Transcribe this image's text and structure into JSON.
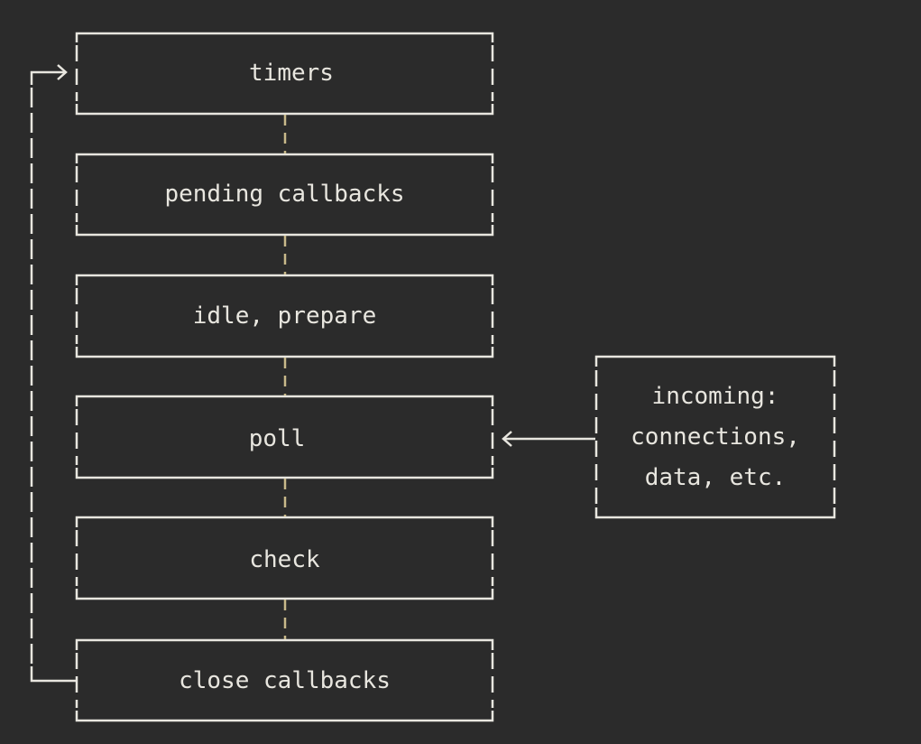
{
  "phases": [
    {
      "id": "timers",
      "label": "timers"
    },
    {
      "id": "pending-callbacks",
      "label": "pending callbacks"
    },
    {
      "id": "idle-prepare",
      "label": "idle, prepare"
    },
    {
      "id": "poll",
      "label": "poll"
    },
    {
      "id": "check",
      "label": "check"
    },
    {
      "id": "close-callbacks",
      "label": "close callbacks"
    }
  ],
  "incoming": {
    "lines": [
      "incoming:",
      "connections,",
      "data, etc."
    ]
  },
  "colors": {
    "background": "#2b2b2b",
    "line": "#e8e6df",
    "connector": "#c8b98a"
  }
}
